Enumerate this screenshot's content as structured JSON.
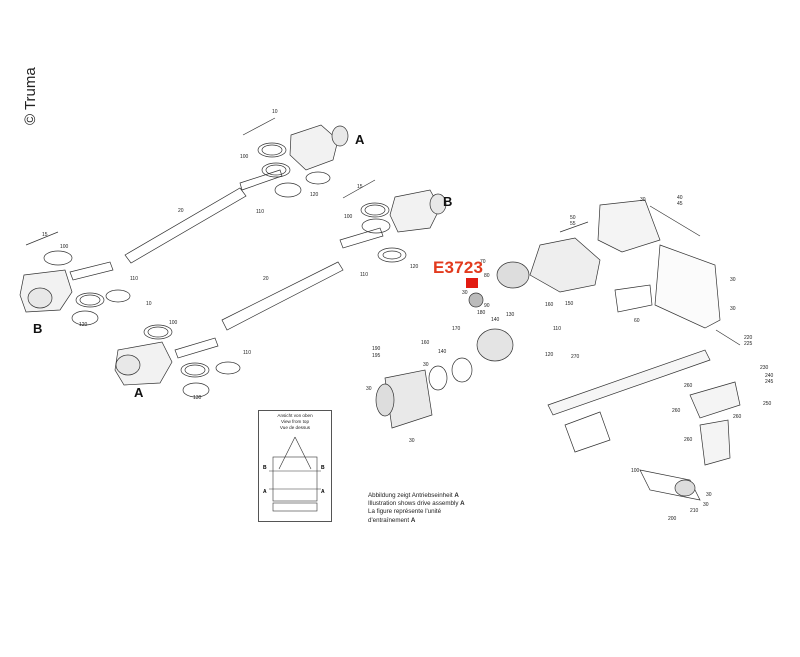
{
  "copyright": "© Truma",
  "highlight": {
    "label": "E3723",
    "color": "#e23a1e",
    "marker_color": "#e21b12"
  },
  "assembly_letters": {
    "a_top": "A",
    "b_top": "B",
    "b_left": "B",
    "a_left": "A"
  },
  "part_numbers": {
    "p10_top": "10",
    "p100_top": "100",
    "p110_top": "110",
    "p120_top": "120",
    "p20_top": "20",
    "p15_mid": "15",
    "p100_mid": "100",
    "p110_mid": "110",
    "p120_mid": "120",
    "p15_left": "15",
    "p100_left": "100",
    "p110_left": "110",
    "p120_left": "120",
    "p20_mid": "20",
    "p10_left": "10",
    "p100_a": "100",
    "p110_a": "110",
    "p130_a": "130",
    "p50": "50",
    "p55": "55",
    "p70": "70",
    "p80": "80",
    "p30_a": "30",
    "p90": "90",
    "p180": "180",
    "p140": "140",
    "p130": "130",
    "p160": "160",
    "p150": "150",
    "p110": "110",
    "p120": "120",
    "p270": "270",
    "p170": "170",
    "p160b": "160",
    "p140b": "140",
    "p190": "190",
    "p195": "195",
    "p40": "40",
    "p45": "45",
    "p60": "60",
    "p30_r1": "30",
    "p30_r2": "30",
    "p30_r3": "30",
    "p220": "220",
    "p225": "225",
    "p230": "230",
    "p240": "240",
    "p245": "245",
    "p250": "250",
    "p260a": "260",
    "p260b": "260",
    "p260c": "260",
    "p260d": "260",
    "p100b": "100",
    "p200": "200",
    "p210": "210",
    "p30_b1": "30",
    "p30_b2": "30",
    "p30_l": "30",
    "p30_c": "30",
    "p30_d": "30"
  },
  "inset": {
    "title_de": "Ansicht von oben",
    "title_en": "View from top",
    "title_fr": "Vue de dessus",
    "a1": "A",
    "a2": "A",
    "b1": "B",
    "b2": "B"
  },
  "caption": {
    "line1_text": "Abbildung zeigt Antriebseinheit ",
    "line1_bold": "A",
    "line2_text": "Illustration shows drive assembly ",
    "line2_bold": "A",
    "line3_text": "La figure représente l'unité",
    "line4_text": "d'entraînement ",
    "line4_bold": "A"
  }
}
